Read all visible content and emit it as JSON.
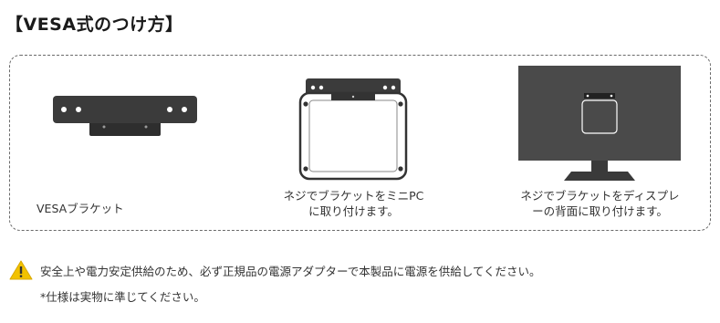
{
  "title": "【VESA式のつけ方】",
  "steps": [
    {
      "caption_line1": "VESAブラケット",
      "caption_line2": ""
    },
    {
      "caption_line1": "ネジでブラケットをミニPC",
      "caption_line2": "に取り付けます。"
    },
    {
      "caption_line1": "ネジでブラケットをディスプレ",
      "caption_line2": "ーの背面に取り付けます。"
    }
  ],
  "notice": {
    "icon": "warning-icon",
    "text": "安全上や電力安定供給のため、必ず正規品の電源アダプターで本製品に電源を供給してください。"
  },
  "footnote": "*仕様は実物に準じてください。",
  "colors": {
    "bracket": "#3a3a3a",
    "monitor": "#4a4a4a",
    "warning": "#f2c200",
    "dash": "#6a6a6a"
  }
}
